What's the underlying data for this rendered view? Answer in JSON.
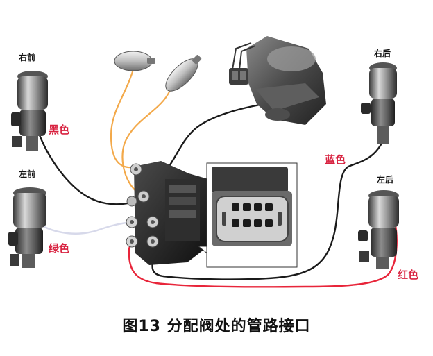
{
  "labels": {
    "front_right": "右前",
    "front_left": "左前",
    "rear_right": "右后",
    "rear_left": "左后"
  },
  "colors": {
    "black": "黑色",
    "green": "绿色",
    "blue": "蓝色",
    "red": "红色"
  },
  "caption": "图13 分配阀处的管路接口",
  "line_colors": {
    "black_line": "#1a1a1a",
    "white_line": "#d7d9ea",
    "orange_line": "#f3a94a",
    "red_line": "#e8253a",
    "label_red": "#d8213f"
  }
}
